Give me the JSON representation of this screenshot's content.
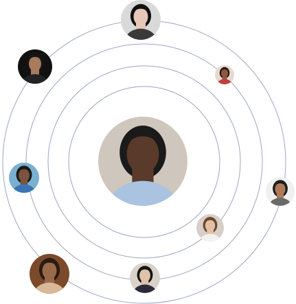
{
  "orbit": {
    "ring_color": "#9aa6c4",
    "ring_count": 4
  },
  "avatars": [
    {
      "id": "center",
      "icon": "profile-photo",
      "skin": "#5a3a2a",
      "hair": "#1a1a1a",
      "shirt": "#a9c3e0",
      "bg": "#cfc6bd"
    },
    {
      "id": "top",
      "icon": "profile-photo",
      "skin": "#e6c8b8",
      "hair": "#111111",
      "shirt": "#3a3a3a",
      "bg": "#d9d9d9"
    },
    {
      "id": "top-left",
      "icon": "profile-photo",
      "skin": "#a97a5c",
      "hair": "#141414",
      "shirt": "#222222",
      "bg": "#111111"
    },
    {
      "id": "top-right",
      "icon": "profile-photo",
      "skin": "#8a5a40",
      "hair": "#2a1a12",
      "shirt": "#c04040",
      "bg": "#e6d9d0"
    },
    {
      "id": "left",
      "icon": "profile-photo",
      "skin": "#7a5440",
      "hair": "#1a1a1a",
      "shirt": "#3b74b4",
      "bg": "#7ab0d0"
    },
    {
      "id": "right",
      "icon": "profile-photo",
      "skin": "#b07a58",
      "hair": "#1d1d1d",
      "shirt": "#6a6a6a",
      "bg": "#f0f0f0"
    },
    {
      "id": "mid-right",
      "icon": "profile-photo",
      "skin": "#e2c0a6",
      "hair": "#6a4830",
      "shirt": "#f2f2f2",
      "bg": "#d8cfc8"
    },
    {
      "id": "bottom-left",
      "icon": "profile-photo",
      "skin": "#9a6a4c",
      "hair": "#2a1b14",
      "shirt": "#d8b898",
      "bg": "#7a4a2a"
    },
    {
      "id": "bottom-mid",
      "icon": "profile-photo",
      "skin": "#e0c2a8",
      "hair": "#141414",
      "shirt": "#2a2a3a",
      "bg": "#d8d2c8"
    }
  ]
}
